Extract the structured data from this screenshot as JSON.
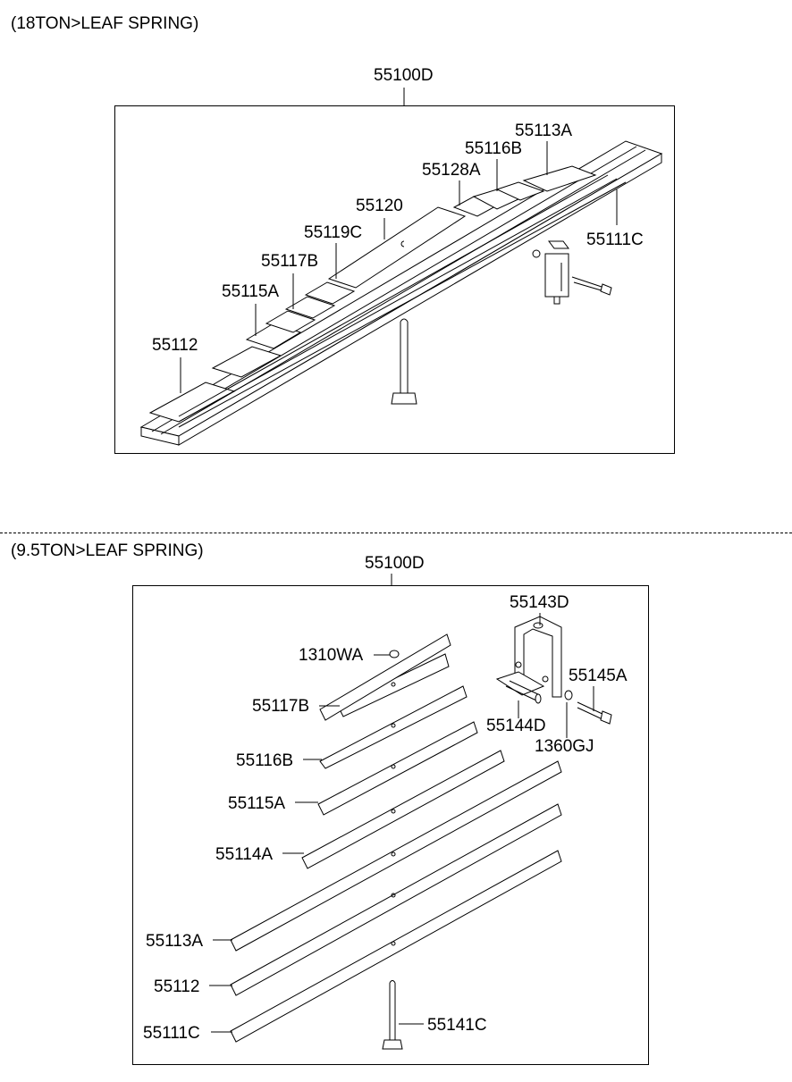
{
  "sections": [
    {
      "title": "(18TON>LEAF SPRING)",
      "assembly": "55100D",
      "labels": [
        "55113A",
        "55116B",
        "55128A",
        "55120",
        "55119C",
        "55117B",
        "55115A",
        "55112",
        "55111C"
      ]
    },
    {
      "title": "(9.5TON>LEAF SPRING)",
      "assembly": "55100D",
      "labels": [
        "55143D",
        "1310WA",
        "55145A",
        "55117B",
        "55144D",
        "1360GJ",
        "55116B",
        "55115A",
        "55114A",
        "55113A",
        "55112",
        "55111C",
        "55141C"
      ]
    }
  ]
}
